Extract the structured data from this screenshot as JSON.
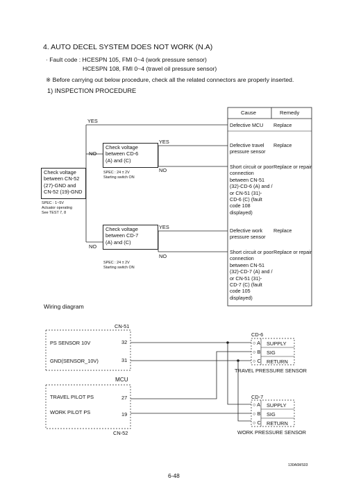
{
  "heading": "4.  AUTO DECEL SYSTEM DOES NOT WORK (N.A)",
  "fault_code_line1": "·  Fault code : HCESPN 105, FMI 0~4 (work pressure sensor)",
  "fault_code_line2": "HCESPN 108, FMI 0~4 (travel oil pressure sensor)",
  "note": "※ Before carrying out below procedure, check all the related connectors are properly inserted.",
  "subheading": "1)  INSPECTION PROCEDURE",
  "table": {
    "header_cause": "Cause",
    "header_remedy": "Remedy",
    "rows": [
      {
        "cause": [
          "Defective MCU"
        ],
        "remedy": [
          "Replace"
        ]
      },
      {
        "cause": [
          "Defective travel",
          "pressure sensor"
        ],
        "remedy": [
          "Replace"
        ]
      },
      {
        "cause": [
          "Short circuit or poor",
          "connection",
          "between CN-51",
          "(32)-CD-6 (A) and /",
          "or CN-51 (31)-",
          "CD-6 (C) (fault",
          "code 108",
          "displayed)"
        ],
        "remedy": [
          "Replace or repair"
        ]
      },
      {
        "cause": [
          "Defective work",
          "pressure sensor"
        ],
        "remedy": [
          "Replace"
        ]
      },
      {
        "cause": [
          "Short circuit or poor",
          "connection",
          "between CN-51",
          "(32)-CD-7 (A) and /",
          "or CN-51 (31)-",
          "CD-7 (C) (fault",
          "code 105",
          "displayed)"
        ],
        "remedy": [
          "Replace or repair"
        ]
      }
    ]
  },
  "flow": {
    "main_box": [
      "Check voltage",
      "between CN-52",
      "(27)-GND and",
      "CN-52 (19)-GND"
    ],
    "main_spec": [
      "SPEC : 1~5V",
      "Actuator operating",
      "See TEST 7, 8"
    ],
    "cd6_box": [
      "Check voltage",
      "between CD-6",
      "(A) and (C)"
    ],
    "cd6_spec": [
      "SPEC : 24 ± 2V",
      "Starting switch ON"
    ],
    "cd7_box": [
      "Check voltage",
      "between CD-7",
      "(A) and (C)"
    ],
    "cd7_spec": [
      "SPEC : 24 ± 2V",
      "Starting switch ON"
    ],
    "yes": "YES",
    "no": "NO"
  },
  "wiring": {
    "title": "Wiring diagram",
    "cn51": "CN-51",
    "cn52": "CN-52",
    "mcu": "MCU",
    "ps_sensor": "PS SENSOR 10V",
    "gnd": "GND(SENSOR_10V)",
    "travel_pilot": "TRAVEL PILOT PS",
    "work_pilot": "WORK PILOT PS",
    "pin32": "32",
    "pin31": "31",
    "pin27": "27",
    "pin19": "19",
    "cd6": "CD-6",
    "cd7": "CD-7",
    "pinA": "○ A",
    "pinB": "○ B",
    "pinC": "○ C",
    "supply": "SUPPLY",
    "sig": "SIG",
    "return": "RETURN",
    "travel_sensor": "TRAVEL PRESSURE SENSOR",
    "work_sensor": "WORK PRESSURE SENSOR"
  },
  "figure_code": "130A6MS03",
  "page_number": "6-48"
}
